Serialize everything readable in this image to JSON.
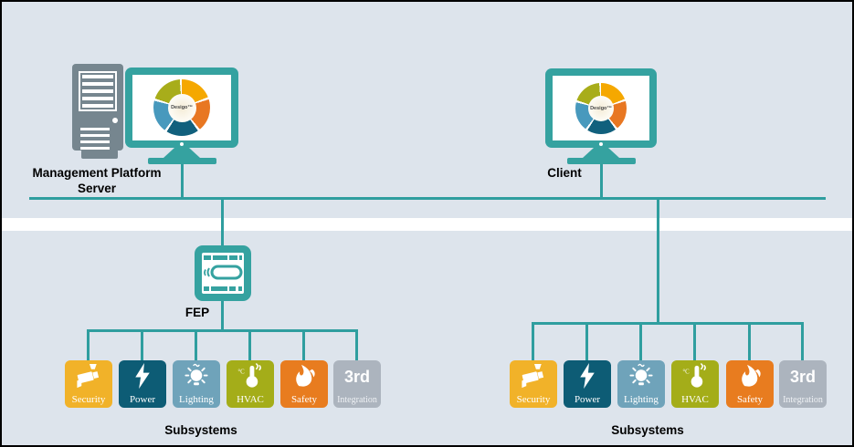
{
  "colors": {
    "background": "#dde4ec",
    "band": "#ffffff",
    "connector": "#2f9e9f",
    "device_teal": "#35a2a0",
    "server_gray": "#76868f",
    "text": "#000000",
    "donut_amber": "#f5a800",
    "donut_orange": "#e87722",
    "donut_dark": "#11607d",
    "donut_blue": "#4899bd",
    "donut_olive": "#a8ad1a"
  },
  "diagram": {
    "server_label": "Management Platform\nServer",
    "client_label": "Client",
    "fep_label": "FEP",
    "subsystems_left_label": "Subsystems",
    "subsystems_right_label": "Subsystems",
    "logo_text": "Desigo™"
  },
  "subsystems": {
    "items": [
      {
        "label": "Security",
        "color": "#f1b229",
        "icon": "cctv-camera-icon"
      },
      {
        "label": "Power",
        "color": "#0d5c75",
        "icon": "lightning-bolt-icon"
      },
      {
        "label": "Lighting",
        "color": "#6fa3ba",
        "icon": "light-bulb-icon"
      },
      {
        "label": "HVAC",
        "color": "#a4ad19",
        "icon": "thermometer-icon",
        "icon_text": "°C"
      },
      {
        "label": "Safety",
        "color": "#e87c1f",
        "icon": "flame-icon"
      },
      {
        "label": "Integration",
        "color": "#acb4be",
        "icon": "third-party-text",
        "big_text": "3rd"
      }
    ]
  }
}
